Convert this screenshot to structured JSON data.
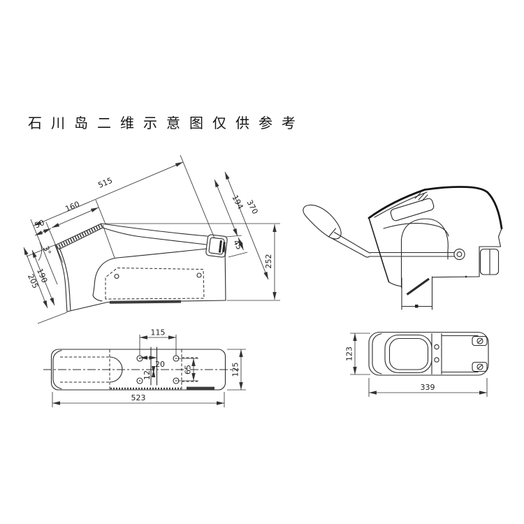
{
  "title": "石川岛二维示意图仅供参考",
  "drawing": {
    "line_color": "#2b2b2b",
    "background": "#ffffff"
  },
  "dims": {
    "side": {
      "overall_length": "515",
      "grip_section": "160",
      "front_section": "50",
      "tilt_angle": "3°",
      "inner_height": "190",
      "outer_height": "205",
      "upper_diagonal": "194",
      "overall_diagonal": "370",
      "bracket_offset": "45",
      "overall_height": "252"
    },
    "base": {
      "bolt_spacing_x": "115",
      "bolt_offset_x": "20",
      "bolt_offset_y": "12",
      "bolt_spacing_y": "65",
      "overall_width": "125",
      "overall_length": "523"
    },
    "armrest": {
      "overall_width": "123",
      "overall_length": "339"
    }
  }
}
